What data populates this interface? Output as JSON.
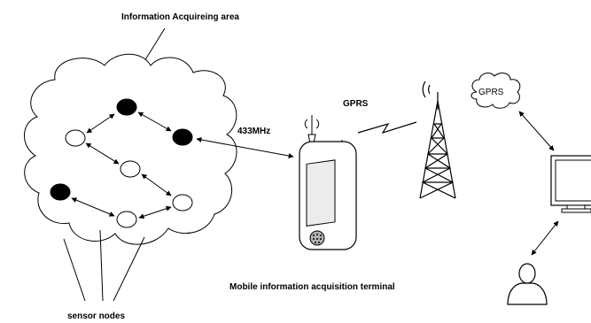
{
  "labels": {
    "area": "Information Acquireing area",
    "frequency": "433MHz",
    "gprs_link": "GPRS",
    "gprs_cloud": "GPRS",
    "terminal": "Mobile information acquisition terminal",
    "sensor_nodes": "sensor nodes"
  },
  "icons": [
    "cloud-shape",
    "sensor-node",
    "mobile-terminal",
    "antenna",
    "signal-tower",
    "lightning-link",
    "gprs-cloud-icon",
    "monitor-icon",
    "user-icon"
  ],
  "colors": {
    "stroke": "#000000",
    "fill_dark": "#000000",
    "fill_light": "#ffffff",
    "screen": "#ececec",
    "speaker": "#b0b0b0"
  }
}
